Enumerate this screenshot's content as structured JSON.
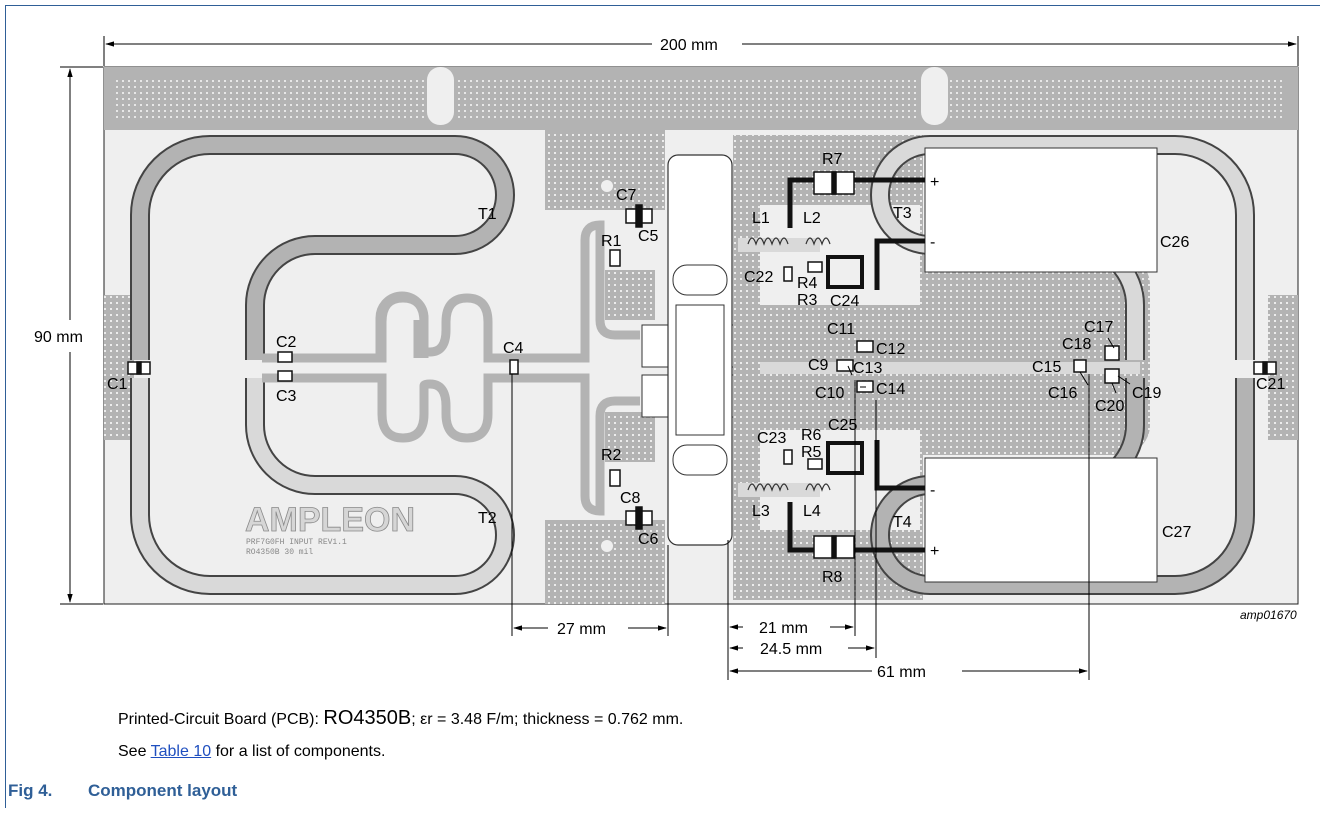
{
  "dimensions": {
    "width": "200 mm",
    "height": "90 mm",
    "d27": "27 mm",
    "d21": "21 mm",
    "d24_5": "24.5 mm",
    "d61": "61 mm"
  },
  "drawing_ref": "amp01670",
  "logo_text": "AMPLEON",
  "board_text": [
    "PRF7G0FH INPUT REV1.1",
    "RO4350B 30 mil"
  ],
  "polarity": {
    "plus": "+",
    "minus": "-"
  },
  "labels": {
    "C1": "C1",
    "C2": "C2",
    "C3": "C3",
    "C4": "C4",
    "C5": "C5",
    "C6": "C6",
    "C7": "C7",
    "C8": "C8",
    "C9": "C9",
    "C10": "C10",
    "C11": "C11",
    "C12": "C12",
    "C13": "C13",
    "C14": "C14",
    "C15": "C15",
    "C16": "C16",
    "C17": "C17",
    "C18": "C18",
    "C19": "C19",
    "C20": "C20",
    "C21": "C21",
    "C22": "C22",
    "C23": "C23",
    "C24": "C24",
    "C25": "C25",
    "C26": "C26",
    "C27": "C27",
    "R1": "R1",
    "R2": "R2",
    "R3": "R3",
    "R4": "R4",
    "R5": "R5",
    "R6": "R6",
    "R7": "R7",
    "R8": "R8",
    "L1": "L1",
    "L2": "L2",
    "L3": "L3",
    "L4": "L4",
    "T1": "T1",
    "T2": "T2",
    "T3": "T3",
    "T4": "T4"
  },
  "caption": {
    "line1_prefix": "Printed-Circuit Board (PCB): ",
    "line1_material": "RO4350B",
    "line1_suffix": "; εr = 3.48 F/m; thickness = 0.762 mm.",
    "line2_prefix": "See ",
    "line2_link": "Table 10",
    "line2_suffix": " for a list of components."
  },
  "figure": {
    "number": "Fig 4.",
    "title": "Component layout"
  },
  "colors": {
    "board_fill": "#efefef",
    "copper_dark": "#b3b3b3",
    "copper_light": "#d9d9d9",
    "frame_blue": "#2f5f97",
    "link_blue": "#1f4fbf"
  }
}
